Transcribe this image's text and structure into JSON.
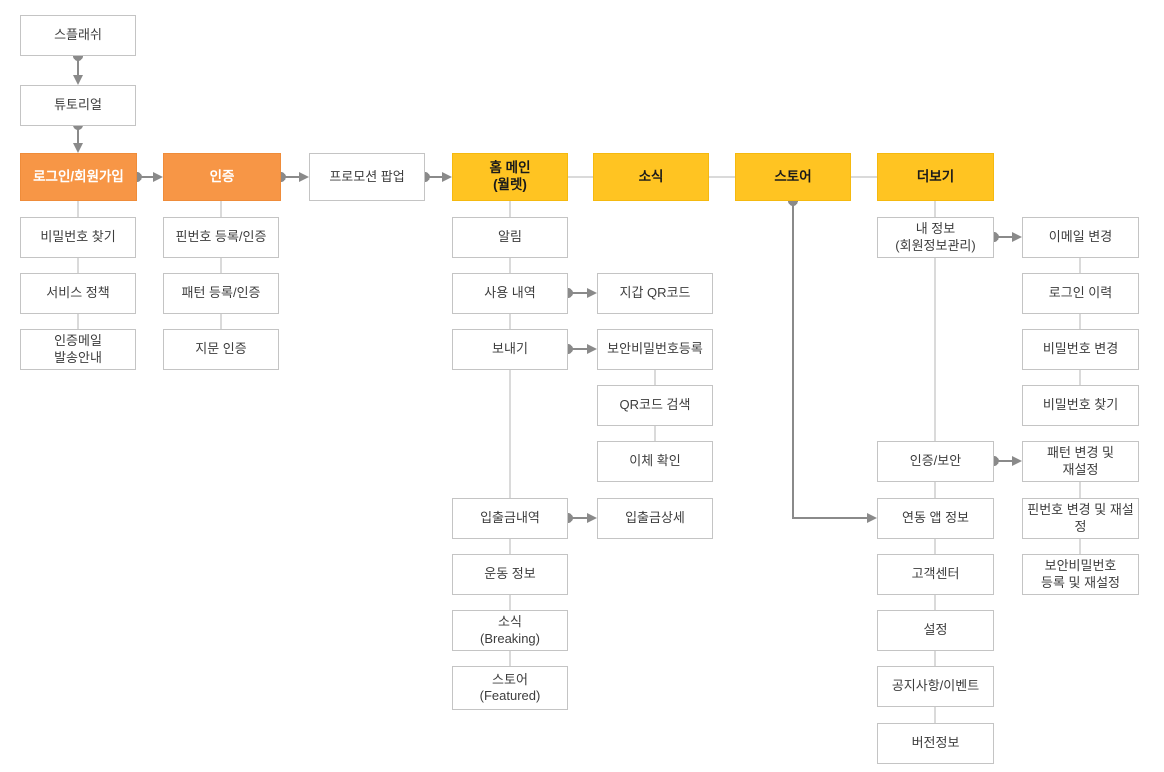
{
  "diagram_type": "app-flow-sitemap",
  "colors": {
    "header_primary": "#F79646",
    "header_secondary": "#FFC422",
    "node_background": "#FFFFFF",
    "node_border": "#C4C4C4",
    "plain_line": "#B5B5B5",
    "connector": "#8A8A8A",
    "text": "#3D3D3D",
    "header_primary_text": "#FFFFFF",
    "header_secondary_text": "#1A1A1A"
  },
  "nodes": {
    "splash": {
      "label": "스플래쉬"
    },
    "tutorial": {
      "label": "튜토리얼"
    },
    "login_signup": {
      "label": "로그인/회원가입"
    },
    "auth": {
      "label": "인증"
    },
    "promo_popup": {
      "label": "프로모션 팝업"
    },
    "home_main": {
      "label": "홈 메인\n(월렛)"
    },
    "news": {
      "label": "소식"
    },
    "store": {
      "label": "스토어"
    },
    "more": {
      "label": "더보기"
    },
    "pw_find": {
      "label": "비밀번호 찾기"
    },
    "service_policy": {
      "label": "서비스 정책"
    },
    "auth_mail_guide": {
      "label": "인증메일\n발송안내"
    },
    "pin_reg_auth": {
      "label": "핀번호 등록/인증"
    },
    "pattern_reg_auth": {
      "label": "패턴 등록/인증"
    },
    "fingerprint_auth": {
      "label": "지문 인증"
    },
    "notification": {
      "label": "알림"
    },
    "usage_history": {
      "label": "사용 내역"
    },
    "wallet_qr": {
      "label": "지갑 QR코드"
    },
    "send": {
      "label": "보내기"
    },
    "security_pw_reg": {
      "label": "보안비밀번호등록"
    },
    "qr_search": {
      "label": "QR코드 검색"
    },
    "transfer_confirm": {
      "label": "이체 확인"
    },
    "deposit_history": {
      "label": "입출금내역"
    },
    "deposit_detail": {
      "label": "입출금상세"
    },
    "exercise_info": {
      "label": "운동 정보"
    },
    "news_breaking": {
      "label": "소식\n(Breaking)"
    },
    "store_featured": {
      "label": "스토어\n(Featured)"
    },
    "my_info": {
      "label": "내 정보\n(회원정보관리)"
    },
    "email_change": {
      "label": "이메일 변경"
    },
    "login_history": {
      "label": "로그인 이력"
    },
    "pw_change": {
      "label": "비밀번호 변경"
    },
    "pw_find_2": {
      "label": "비밀번호 찾기"
    },
    "auth_security": {
      "label": "인증/보안"
    },
    "pattern_change_reset": {
      "label": "패턴 변경 및\n재설정"
    },
    "pin_change_reset": {
      "label": "핀번호 변경 및 재설\n정"
    },
    "security_pw_reset": {
      "label": "보안비밀번호\n등록 및 재설정"
    },
    "linked_app_info": {
      "label": "연동 앱 정보"
    },
    "customer_center": {
      "label": "고객센터"
    },
    "settings": {
      "label": "설정"
    },
    "notice_event": {
      "label": "공지사항/이벤트"
    },
    "version_info": {
      "label": "버전정보"
    }
  }
}
